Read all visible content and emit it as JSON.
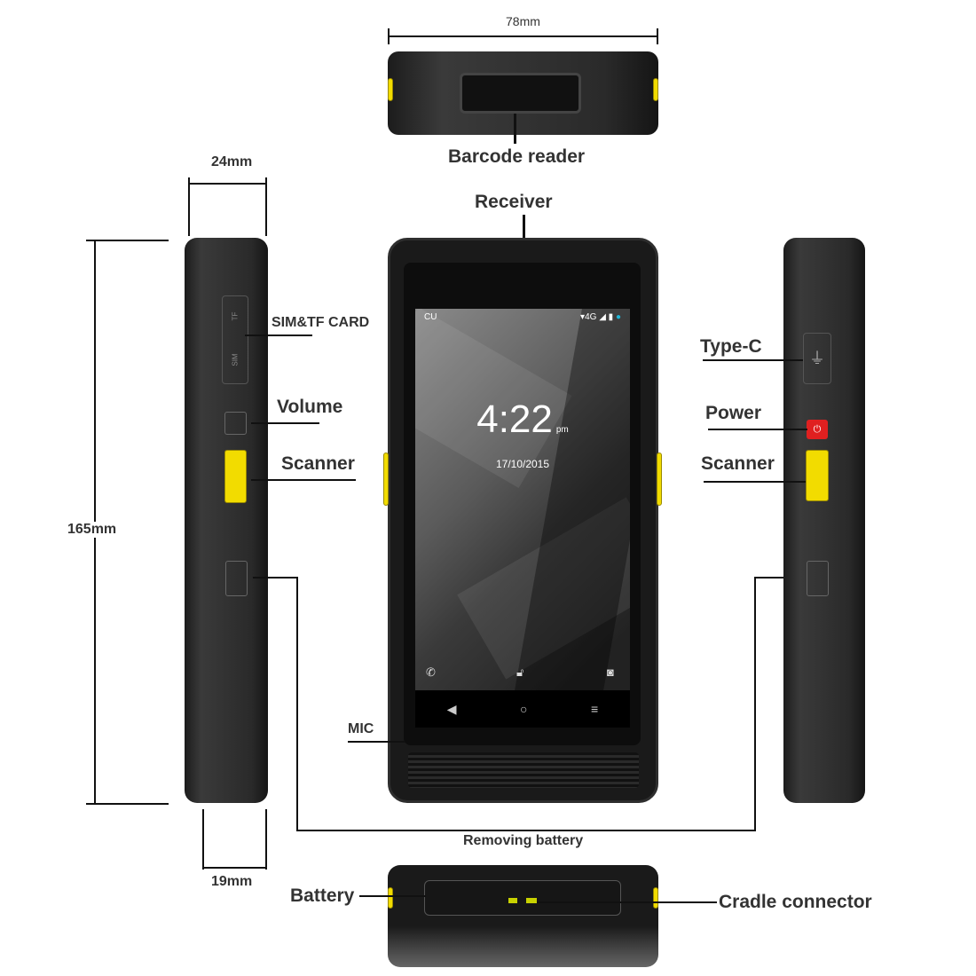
{
  "dimensions": {
    "width": "78mm",
    "depth_top": "24mm",
    "height": "165mm",
    "depth_bottom": "19mm"
  },
  "labels": {
    "barcode_reader": "Barcode reader",
    "receiver": "Receiver",
    "sim_tf_card": "SIM&TF CARD",
    "volume": "Volume",
    "scanner_left": "Scanner",
    "scanner_right": "Scanner",
    "type_c": "Type-C",
    "power": "Power",
    "mic": "MIC",
    "removing_battery": "Removing battery",
    "battery": "Battery",
    "cradle_connector": "Cradle connector"
  },
  "screen": {
    "carrier": "CU",
    "network": "4G",
    "time": "4:22",
    "ampm": "pm",
    "date": "17/10/2015",
    "slot_tf": "TF",
    "slot_sim": "SIM"
  },
  "colors": {
    "body": "#2a2a2a",
    "scanner": "#f2dc00",
    "power": "#e02020",
    "profile": "#1fb5d6"
  }
}
